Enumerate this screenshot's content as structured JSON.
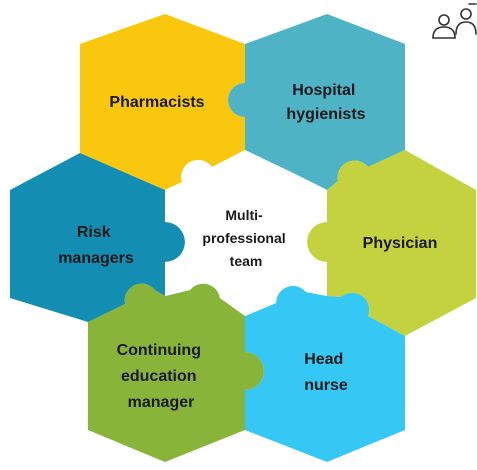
{
  "diagram": {
    "center": {
      "lines": [
        "Multi-",
        "professional",
        "team"
      ]
    },
    "pieces": [
      {
        "id": "pharmacists",
        "lines": [
          "Pharmacists"
        ],
        "color": "#f9c80e"
      },
      {
        "id": "hospital-hygienists",
        "lines": [
          "Hospital",
          "hygienists"
        ],
        "color": "#4fb3c6"
      },
      {
        "id": "physician",
        "lines": [
          "Physician"
        ],
        "color": "#c3d23e"
      },
      {
        "id": "head-nurse",
        "lines": [
          "Head",
          "nurse"
        ],
        "color": "#35c8f4"
      },
      {
        "id": "continuing-education-manager",
        "lines": [
          "Continuing",
          "education",
          "manager"
        ],
        "color": "#88b43a"
      },
      {
        "id": "risk-managers",
        "lines": [
          "Risk",
          "managers"
        ],
        "color": "#138db1"
      }
    ],
    "icon": "people-icon"
  }
}
